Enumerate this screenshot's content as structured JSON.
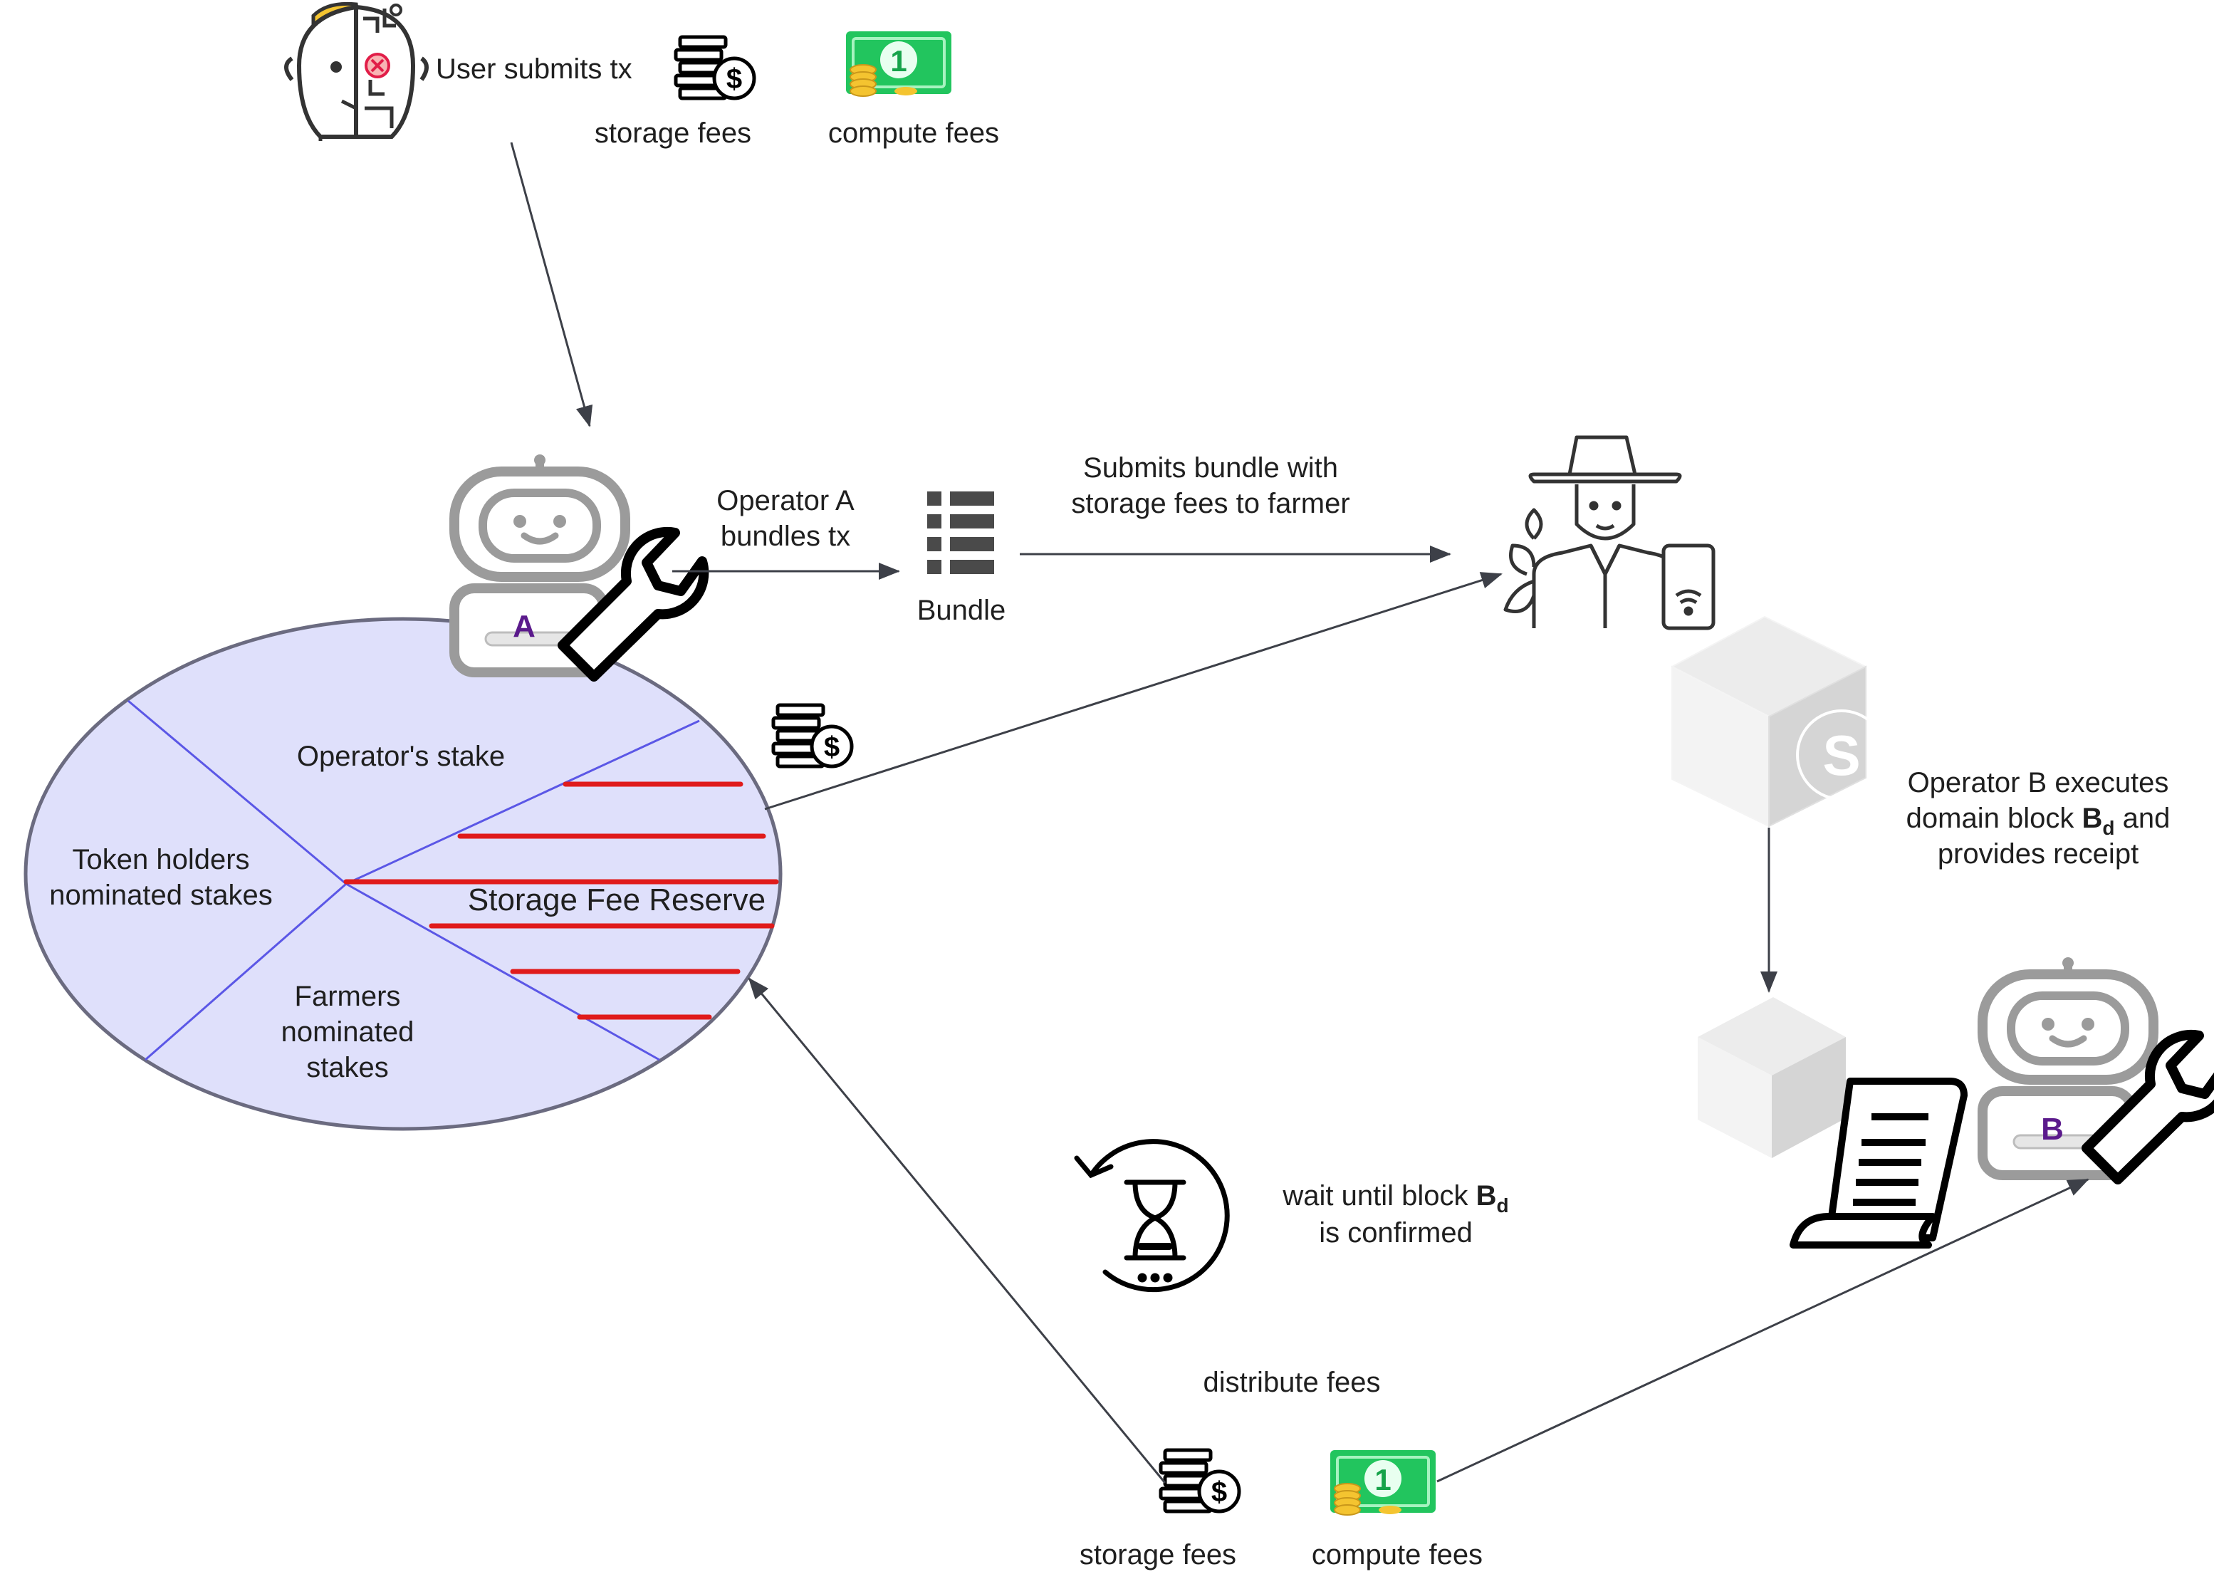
{
  "colors": {
    "ellipse_fill": "#dfe0fb",
    "ellipse_stroke": "#6b6b80",
    "divider": "#5b57e6",
    "reserve_hatch": "#e01b1b",
    "arrow": "#3d4048",
    "robot_gray": "#9b9b9b",
    "money_green": "#22c55e",
    "coin_gold": "#f4c430",
    "label_purple": "#5b1a8c"
  },
  "user": {
    "icon": "user-robot-face-icon",
    "label": "User submits tx",
    "storage_fees_label": "storage fees",
    "compute_fees_label": "compute fees"
  },
  "operator_a": {
    "icon": "operator-robot-wrench-icon",
    "letter": "A",
    "action_line1": "Operator A",
    "action_line2": "bundles tx"
  },
  "bundle": {
    "icon": "bundle-list-icon",
    "label": "Bundle"
  },
  "submit": {
    "line1": "Submits bundle with",
    "line2": "storage fees to farmer"
  },
  "farmer": {
    "icon": "farmer-icon"
  },
  "stake_pool": {
    "operator_stake": "Operator's stake",
    "token_holders_line1": "Token holders",
    "token_holders_line2": "nominated stakes",
    "farmers_line1": "Farmers",
    "farmers_line2": "nominated",
    "farmers_line3": "stakes",
    "reserve": "Storage Fee Reserve"
  },
  "operator_b": {
    "icon": "operator-robot-wrench-icon",
    "letter": "B",
    "exec_line1": "Operator B executes",
    "exec_line2_pre": "domain block ",
    "exec_block": "B",
    "exec_sub": "d",
    "exec_line2_post": " and",
    "exec_line3": "provides receipt"
  },
  "wait": {
    "icon": "hourglass-refresh-icon",
    "line1_pre": "wait until block ",
    "block": "B",
    "sub": "d",
    "line2": "is confirmed"
  },
  "distribute": {
    "label": "distribute fees",
    "storage_fees_label": "storage fees",
    "compute_fees_label": "compute fees"
  }
}
